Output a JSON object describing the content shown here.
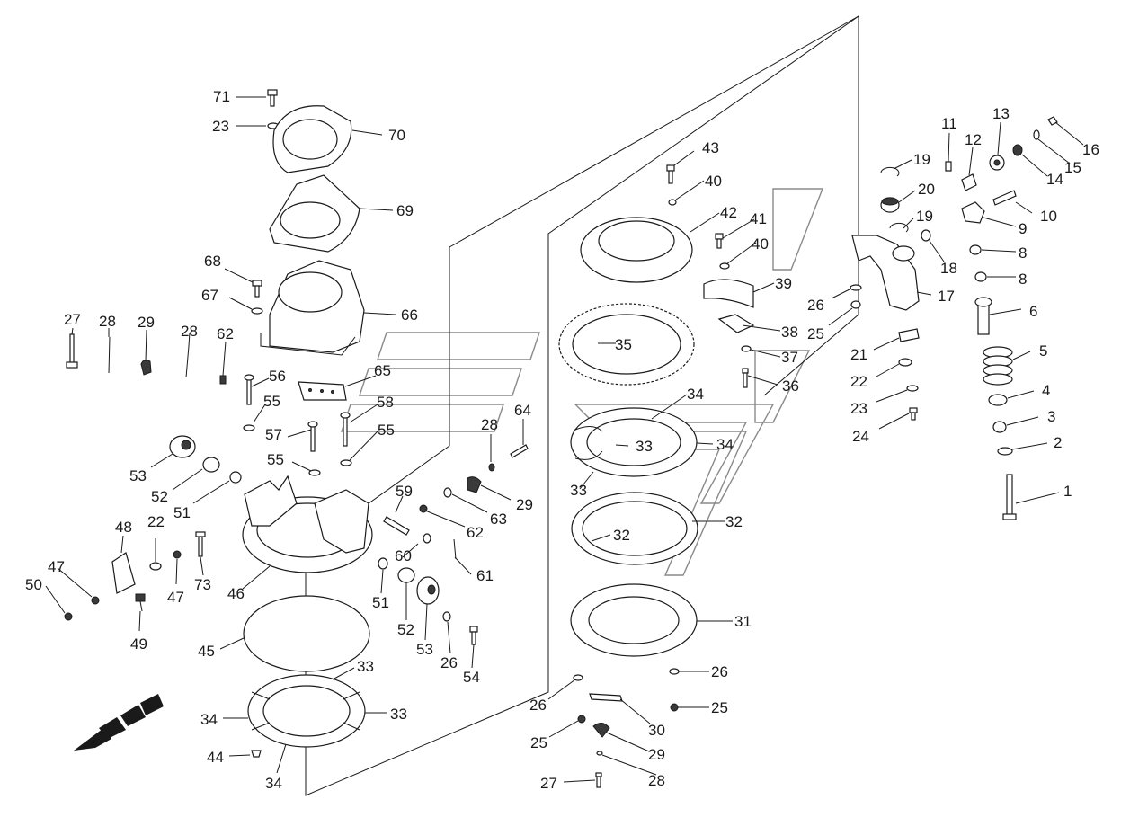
{
  "diagram": {
    "type": "exploded-parts-diagram",
    "callouts": [
      {
        "id": "c71",
        "text": "71"
      },
      {
        "id": "c23a",
        "text": "23"
      },
      {
        "id": "c70",
        "text": "70"
      },
      {
        "id": "c69",
        "text": "69"
      },
      {
        "id": "c68",
        "text": "68"
      },
      {
        "id": "c67",
        "text": "67"
      },
      {
        "id": "c66",
        "text": "66"
      },
      {
        "id": "c27a",
        "text": "27"
      },
      {
        "id": "c28a",
        "text": "28"
      },
      {
        "id": "c29a",
        "text": "29"
      },
      {
        "id": "c28b",
        "text": "28"
      },
      {
        "id": "c62a",
        "text": "62"
      },
      {
        "id": "c56",
        "text": "56"
      },
      {
        "id": "c65",
        "text": "65"
      },
      {
        "id": "c55a",
        "text": "55"
      },
      {
        "id": "c58",
        "text": "58"
      },
      {
        "id": "c57",
        "text": "57"
      },
      {
        "id": "c55b",
        "text": "55"
      },
      {
        "id": "c55c",
        "text": "55"
      },
      {
        "id": "c53a",
        "text": "53"
      },
      {
        "id": "c52a",
        "text": "52"
      },
      {
        "id": "c51a",
        "text": "51"
      },
      {
        "id": "c28c",
        "text": "28"
      },
      {
        "id": "c64",
        "text": "64"
      },
      {
        "id": "c29b",
        "text": "29"
      },
      {
        "id": "c63",
        "text": "63"
      },
      {
        "id": "c59",
        "text": "59"
      },
      {
        "id": "c62b",
        "text": "62"
      },
      {
        "id": "c48",
        "text": "48"
      },
      {
        "id": "c22a",
        "text": "22"
      },
      {
        "id": "c47a",
        "text": "47"
      },
      {
        "id": "c73",
        "text": "73"
      },
      {
        "id": "c46",
        "text": "46"
      },
      {
        "id": "c60",
        "text": "60"
      },
      {
        "id": "c61",
        "text": "61"
      },
      {
        "id": "c50",
        "text": "50"
      },
      {
        "id": "c47b",
        "text": "47"
      },
      {
        "id": "c49",
        "text": "49"
      },
      {
        "id": "c51b",
        "text": "51"
      },
      {
        "id": "c52b",
        "text": "52"
      },
      {
        "id": "c53b",
        "text": "53"
      },
      {
        "id": "c26a",
        "text": "26"
      },
      {
        "id": "c54",
        "text": "54"
      },
      {
        "id": "c45",
        "text": "45"
      },
      {
        "id": "c33a",
        "text": "33"
      },
      {
        "id": "c34a",
        "text": "34"
      },
      {
        "id": "c33b",
        "text": "33"
      },
      {
        "id": "c44",
        "text": "44"
      },
      {
        "id": "c34b",
        "text": "34"
      },
      {
        "id": "c43",
        "text": "43"
      },
      {
        "id": "c40a",
        "text": "40"
      },
      {
        "id": "c42",
        "text": "42"
      },
      {
        "id": "c41",
        "text": "41"
      },
      {
        "id": "c40b",
        "text": "40"
      },
      {
        "id": "c39",
        "text": "39"
      },
      {
        "id": "c35",
        "text": "35"
      },
      {
        "id": "c38",
        "text": "38"
      },
      {
        "id": "c37",
        "text": "37"
      },
      {
        "id": "c36",
        "text": "36"
      },
      {
        "id": "c34c",
        "text": "34"
      },
      {
        "id": "c33c",
        "text": "33"
      },
      {
        "id": "c34d",
        "text": "34"
      },
      {
        "id": "c33d",
        "text": "33"
      },
      {
        "id": "c32a",
        "text": "32"
      },
      {
        "id": "c32b",
        "text": "32"
      },
      {
        "id": "c31",
        "text": "31"
      },
      {
        "id": "c26b",
        "text": "26"
      },
      {
        "id": "c26c",
        "text": "26"
      },
      {
        "id": "c25a",
        "text": "25"
      },
      {
        "id": "c30",
        "text": "30"
      },
      {
        "id": "c25b",
        "text": "25"
      },
      {
        "id": "c29c",
        "text": "29"
      },
      {
        "id": "c27b",
        "text": "27"
      },
      {
        "id": "c28d",
        "text": "28"
      },
      {
        "id": "c11",
        "text": "11"
      },
      {
        "id": "c12",
        "text": "12"
      },
      {
        "id": "c13",
        "text": "13"
      },
      {
        "id": "c16",
        "text": "16"
      },
      {
        "id": "c19a",
        "text": "19"
      },
      {
        "id": "c15",
        "text": "15"
      },
      {
        "id": "c14",
        "text": "14"
      },
      {
        "id": "c20",
        "text": "20"
      },
      {
        "id": "c10",
        "text": "10"
      },
      {
        "id": "c19b",
        "text": "19"
      },
      {
        "id": "c9",
        "text": "9"
      },
      {
        "id": "c18",
        "text": "18"
      },
      {
        "id": "c8a",
        "text": "8"
      },
      {
        "id": "c8b",
        "text": "8"
      },
      {
        "id": "c26d",
        "text": "26"
      },
      {
        "id": "c17",
        "text": "17"
      },
      {
        "id": "c25c",
        "text": "25"
      },
      {
        "id": "c6",
        "text": "6"
      },
      {
        "id": "c21",
        "text": "21"
      },
      {
        "id": "c5",
        "text": "5"
      },
      {
        "id": "c22b",
        "text": "22"
      },
      {
        "id": "c4",
        "text": "4"
      },
      {
        "id": "c23b",
        "text": "23"
      },
      {
        "id": "c3",
        "text": "3"
      },
      {
        "id": "c24",
        "text": "24"
      },
      {
        "id": "c2",
        "text": "2"
      },
      {
        "id": "c1",
        "text": "1"
      }
    ]
  }
}
